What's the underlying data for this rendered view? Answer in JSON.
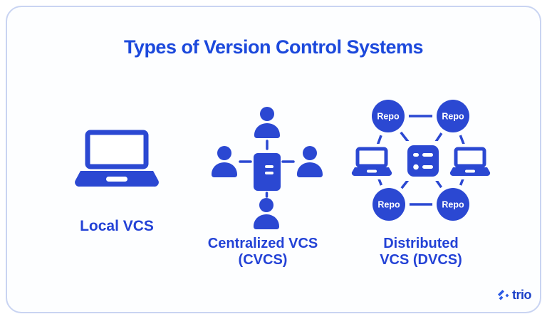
{
  "title": "Types of Version Control Systems",
  "sections": {
    "local": {
      "label": "Local VCS"
    },
    "centralized": {
      "label_line1": "Centralized VCS",
      "label_line2": "(CVCS)"
    },
    "distributed": {
      "label_line1": "Distributed",
      "label_line2": "VCS (DVCS)",
      "repos": [
        "Repo",
        "Repo",
        "Repo",
        "Repo"
      ]
    }
  },
  "logo": {
    "text": "trio"
  },
  "colors": {
    "accent": "#2b48d2",
    "heading_text": "#1c49dc",
    "label_text": "#2342d6",
    "card_border": "#c9d4f2",
    "card_background": "#fdfeff",
    "repo_text": "#ffffff",
    "logo_text": "#1c41c8"
  }
}
